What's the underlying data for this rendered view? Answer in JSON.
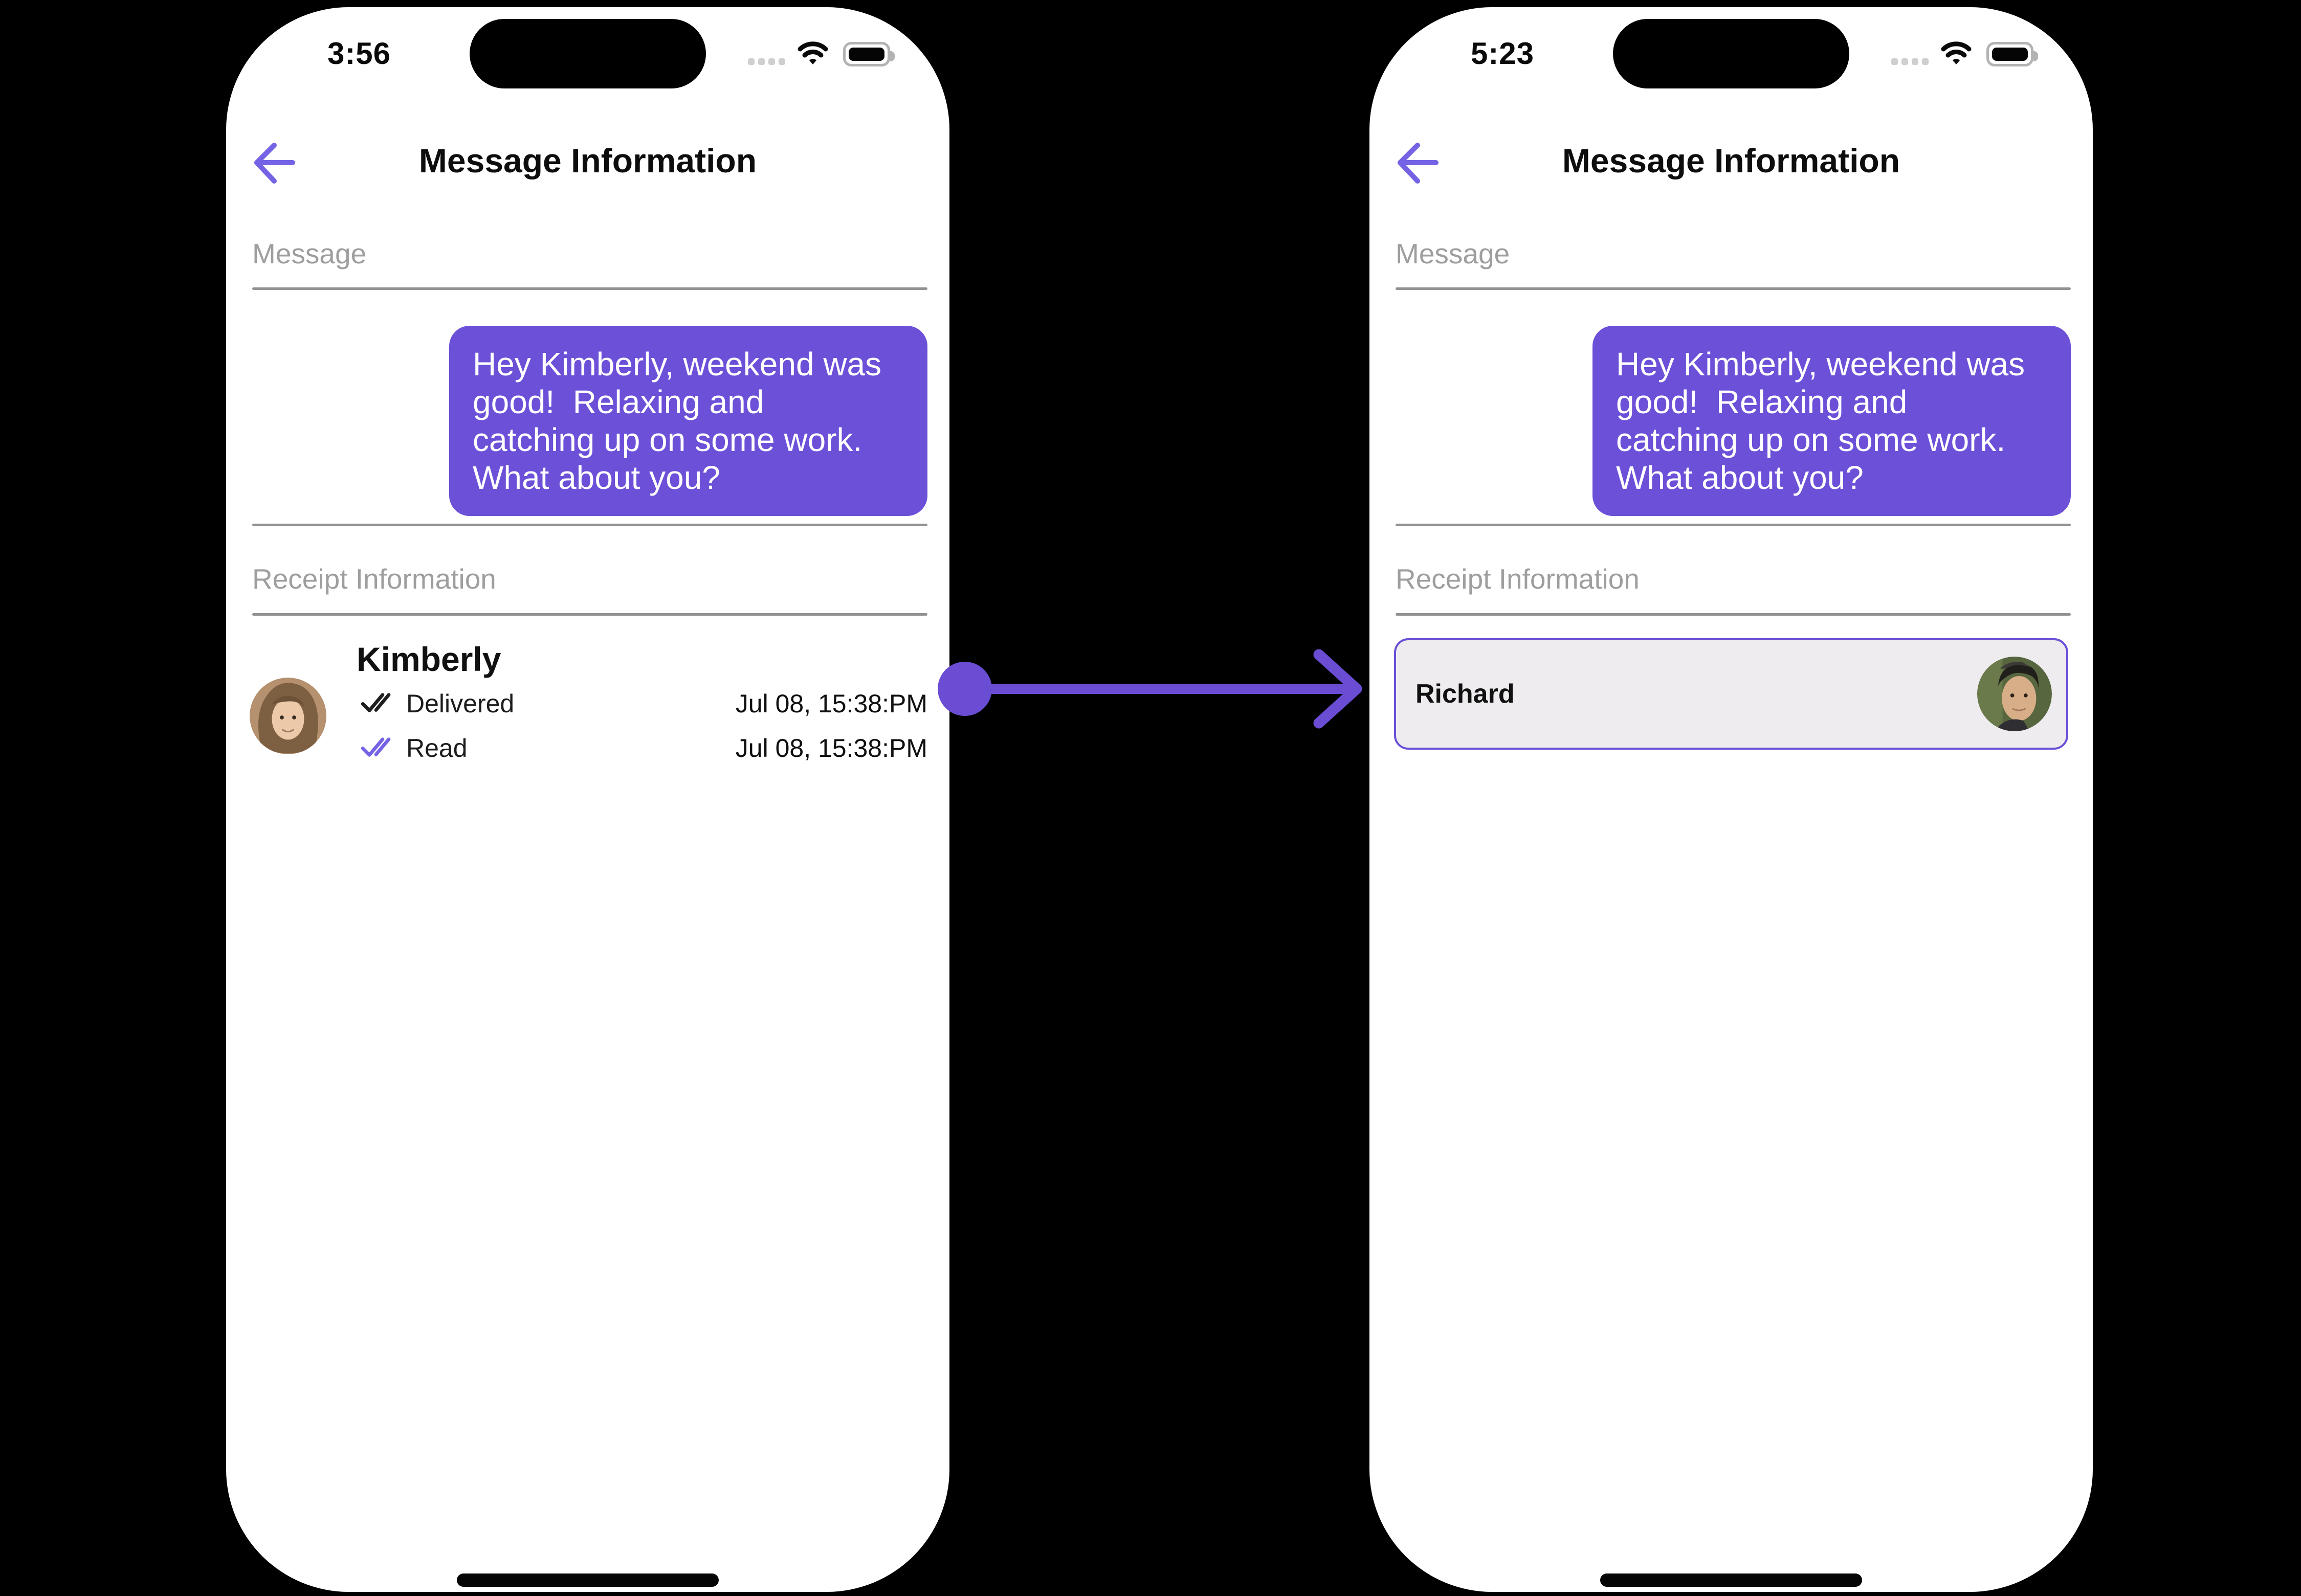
{
  "colors": {
    "background": "#000000",
    "phone_background": "#ffffff",
    "bubble_purple": "#6C50D8",
    "accent_purple": "#7463E4",
    "connector_purple": "#6A4DD3",
    "card_border_purple": "#6B4FD8",
    "card_background": "#EEECEE",
    "divider_gray": "#929292",
    "label_gray": "#9e9e9e"
  },
  "icons": {
    "back": "arrow-left-icon",
    "delivered": "double-check-icon",
    "read": "double-check-icon",
    "status_cellular": "cellular-dots-icon",
    "status_wifi": "wifi-icon",
    "status_battery": "battery-icon",
    "connector": "arrow-right-connector"
  },
  "connector": {
    "direction": "left-to-right"
  },
  "phones": [
    {
      "status_bar": {
        "time": "3:56"
      },
      "header": {
        "title": "Message Information"
      },
      "sections": {
        "message_label": "Message",
        "receipt_label": "Receipt Information"
      },
      "message_bubble": {
        "text": "Hey Kimberly, weekend was good!  Relaxing and catching up on some work. What about you?",
        "lines": [
          "Hey Kimberly, weekend was",
          "good!  Relaxing and",
          "catching up on some work.",
          "What about you?"
        ]
      },
      "receipt": {
        "contact_name": "Kimberly",
        "avatar": "woman-portrait",
        "rows": [
          {
            "status": "Delivered",
            "timestamp": "Jul 08, 15:38:PM"
          },
          {
            "status": "Read",
            "timestamp": "Jul 08, 15:38:PM"
          }
        ]
      }
    },
    {
      "status_bar": {
        "time": "5:23"
      },
      "header": {
        "title": "Message Information"
      },
      "sections": {
        "message_label": "Message",
        "receipt_label": "Receipt Information"
      },
      "message_bubble": {
        "text": "Hey Kimberly, weekend was good!  Relaxing and catching up on some work. What about you?",
        "lines": [
          "Hey Kimberly, weekend was",
          "good!  Relaxing and",
          "catching up on some work.",
          "What about you?"
        ]
      },
      "receipt": {
        "contact_name": "Richard",
        "avatar": "man-portrait"
      }
    }
  ]
}
